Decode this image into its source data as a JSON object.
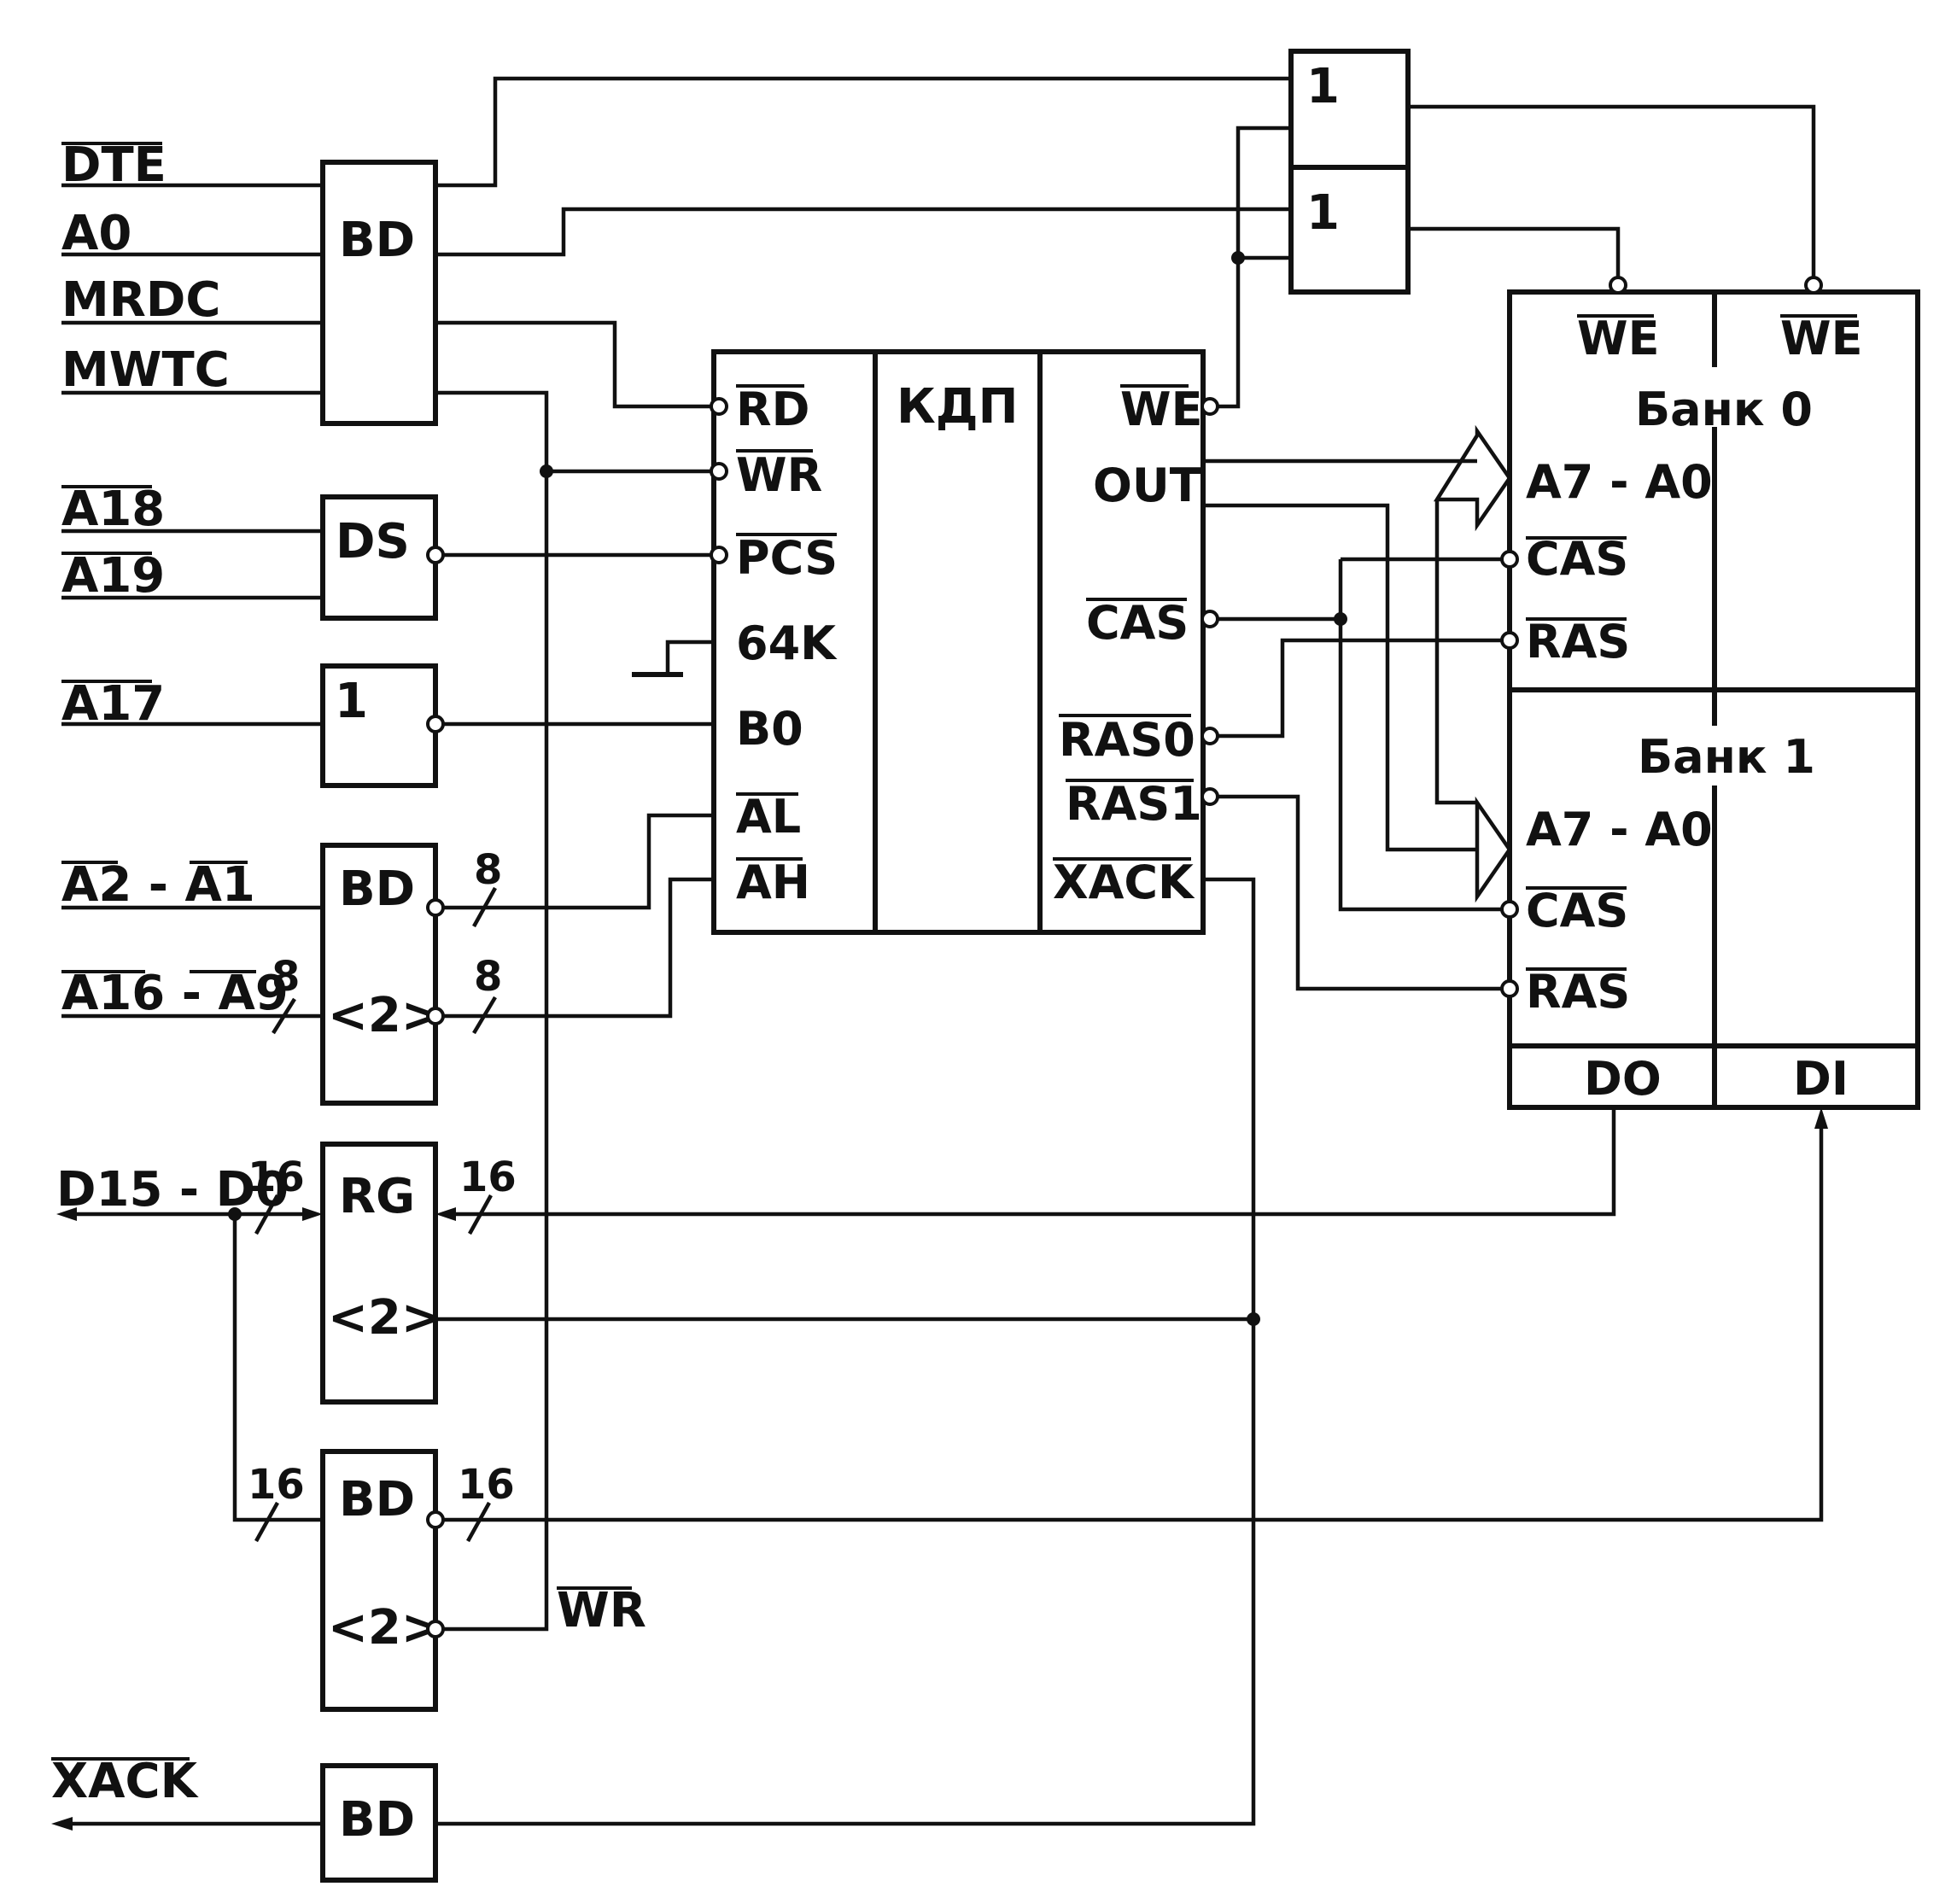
{
  "inputs": {
    "dte": "DTE",
    "a0": "A0",
    "mrdc": "MRDC",
    "mwtc": "MWTC",
    "a18": "A18",
    "a19": "A19",
    "a17": "A17",
    "a2_a1": "A2 - A1",
    "a16_a9": "A16 - A9",
    "d15_d0": "D15 - D0",
    "xack": "XACK"
  },
  "blocks": {
    "bd_ctrl": "BD",
    "ds": "DS",
    "inv": "1",
    "bd_addr": "BD",
    "bd_addr_oe": "<2>",
    "rg": "RG",
    "rg_oe": "<2>",
    "bd_data": "BD",
    "bd_data_oe": "<2>",
    "bd_xack": "BD",
    "or_top": "1",
    "or_bottom": "1"
  },
  "controller": {
    "title": "КДП",
    "pins_left": [
      "RD",
      "WR",
      "PCS",
      "64K",
      "B0",
      "AL",
      "AH"
    ],
    "pins_right": [
      "WE",
      "OUT",
      "CAS",
      "RAS0",
      "RAS1",
      "XACK"
    ]
  },
  "memory": {
    "we_left": "WE",
    "we_right": "WE",
    "bank0_title": "Банк 0",
    "bank1_title": "Банк 1",
    "addr0": "A7 - A0",
    "cas0": "CAS",
    "ras0": "RAS",
    "addr1": "A7 - A0",
    "cas1": "CAS",
    "ras1": "RAS",
    "do": "DO",
    "di": "DI"
  },
  "bus_widths": {
    "a2a1_out": "8",
    "a16a9_in": "8",
    "a16a9_out": "8",
    "data_in": "16",
    "data_rg": "16",
    "data_bd_in": "16",
    "data_bd_out": "16"
  },
  "wr_label": "WR"
}
